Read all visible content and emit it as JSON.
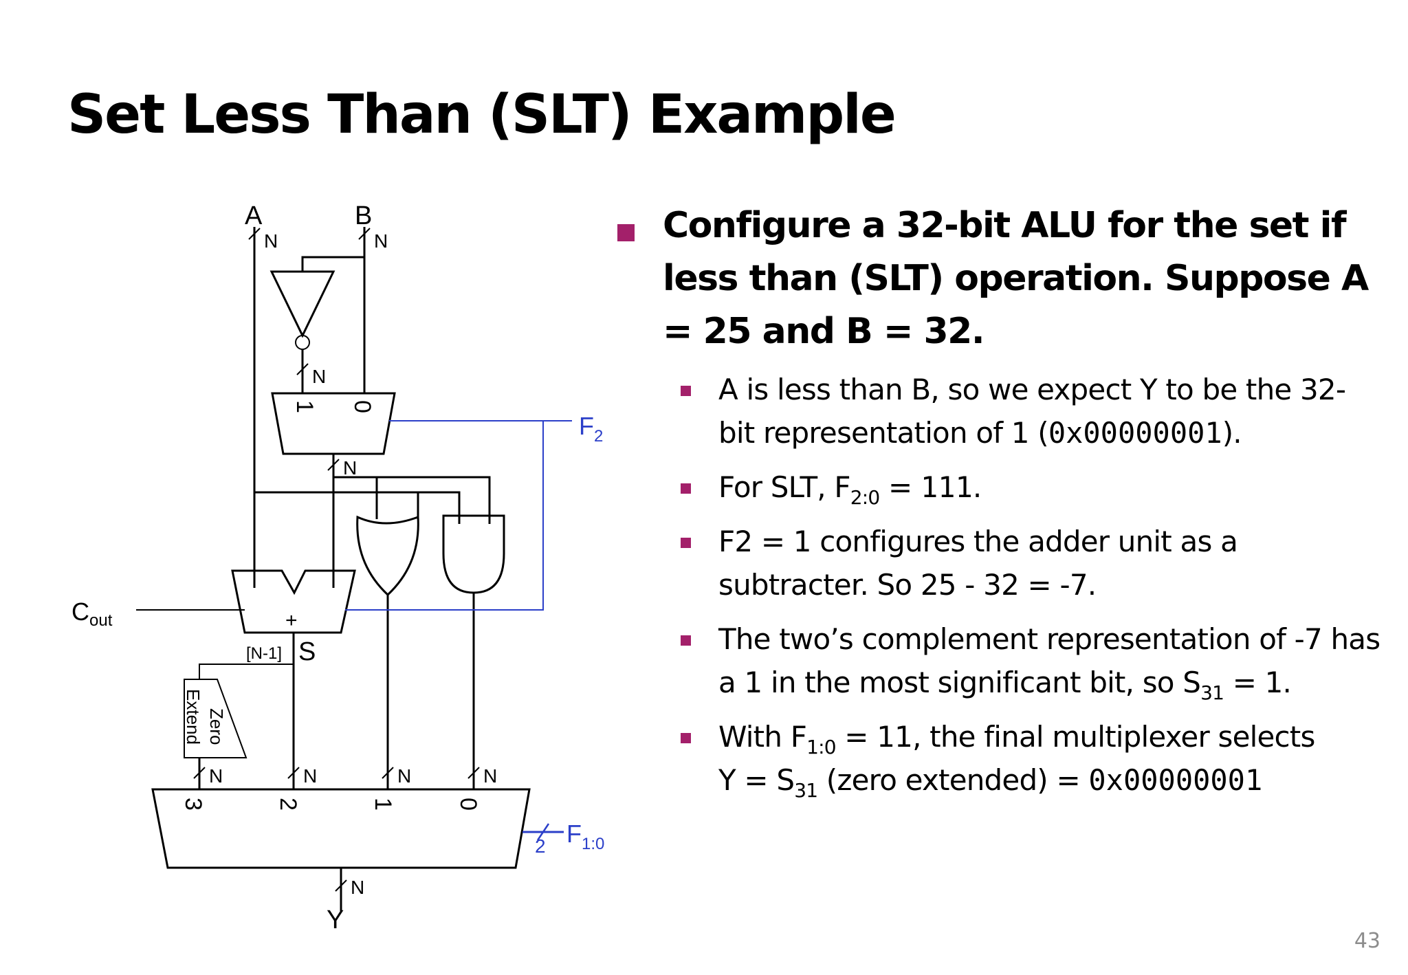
{
  "slide": {
    "title": "Set Less Than (SLT) Example",
    "page_number": "43",
    "bullet_color": "#a3206a"
  },
  "diagram": {
    "labels": {
      "a": "A",
      "b": "B",
      "n": "N",
      "mux_in1": "1",
      "mux_in0": "0",
      "f2": "F",
      "f2_sub": "2",
      "cout": "C",
      "cout_sub": "out",
      "plus": "+",
      "msb": "[N-1]",
      "s": "S",
      "zero": "Zero",
      "extend": "Extend",
      "m3": "3",
      "m2": "2",
      "m1": "1",
      "m0": "0",
      "bus2": "2",
      "f10": "F",
      "f10_sub": "1:0",
      "y": "Y"
    },
    "control_color": "#2b3fc9"
  },
  "bullets": {
    "main": "Configure a 32-bit ALU for the set if less than (SLT) operation.  Suppose A = 25 and B = 32.",
    "s1_text": "A is less than B, so we expect Y to be the 32-bit representation of 1 (",
    "s1_code": "0x00000001",
    "s1_end": ").",
    "s2_pre": "For SLT, F",
    "s2_sub": "2:0",
    "s2_mid": " = ",
    "s2_code": "111",
    "s2_end": ".",
    "s3": "F2 = 1 configures the adder unit as a subtracter. So 25 - 32 = -7.",
    "s4_pre": "The two’s complement representation of -7 has a 1 in the most significant bit, so S",
    "s4_sub": "31",
    "s4_end": " = 1.",
    "s5_pre": "With F",
    "s5_sub": "1:0",
    "s5_mid": " = 11, the final multiplexer selects",
    "s5_line2_pre": "Y = S",
    "s5_line2_sub": "31",
    "s5_line2_mid": " (zero extended) = ",
    "s5_code": "0x00000001"
  }
}
